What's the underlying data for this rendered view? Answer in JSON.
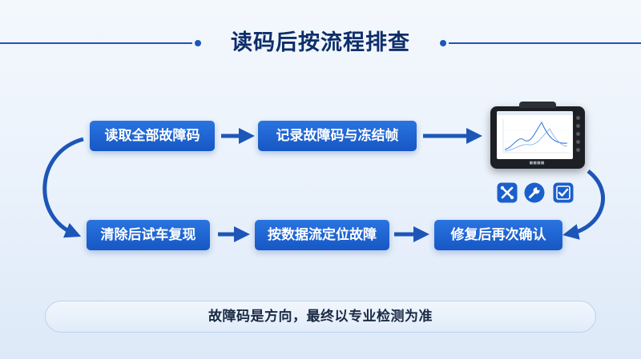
{
  "title": "读码后按流程排查",
  "steps": {
    "read_all": "读取全部故障码",
    "record": "记录故障码与冻结帧",
    "clear_test": "清除后试车复现",
    "locate": "按数据流定位故障",
    "confirm": "修复后再次确认"
  },
  "note": "故障码是方向，最终以专业检测为准",
  "colors": {
    "accent": "#1d56b8",
    "step_fill": "#1a62d0",
    "title_text": "#0e2e6b"
  },
  "icons": {
    "device": "diagnostic-tablet-icon",
    "tools": "tools-icon",
    "wrench": "wrench-icon",
    "check": "check-icon"
  }
}
